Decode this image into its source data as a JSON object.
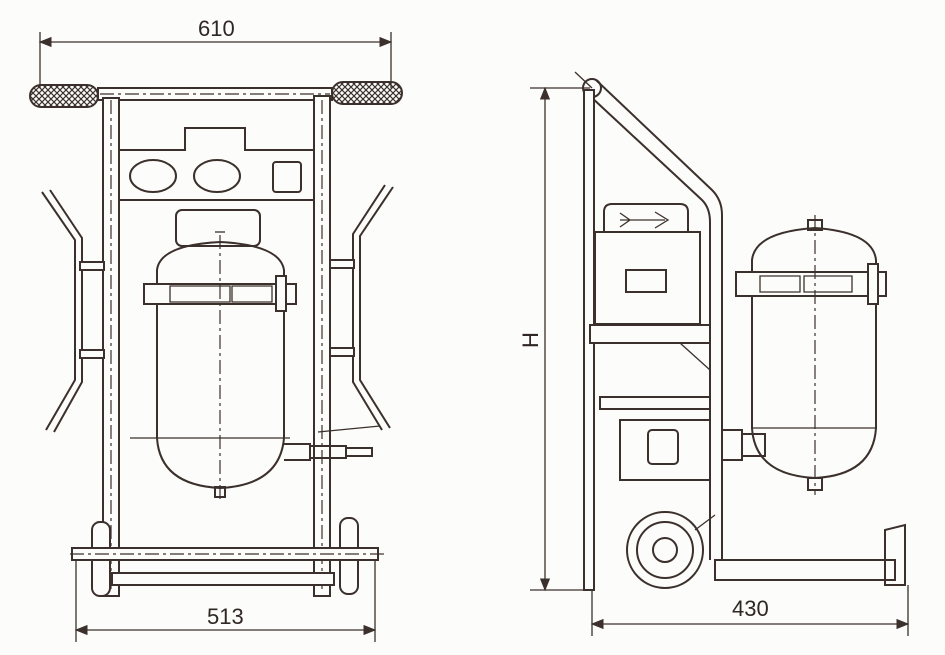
{
  "front_view": {
    "width_label": "610",
    "wheel_track_label": "513"
  },
  "side_view": {
    "height_label": "H",
    "depth_label": "430"
  },
  "colors": {
    "line": "#3b302b",
    "paper": "#fcfcfa"
  }
}
